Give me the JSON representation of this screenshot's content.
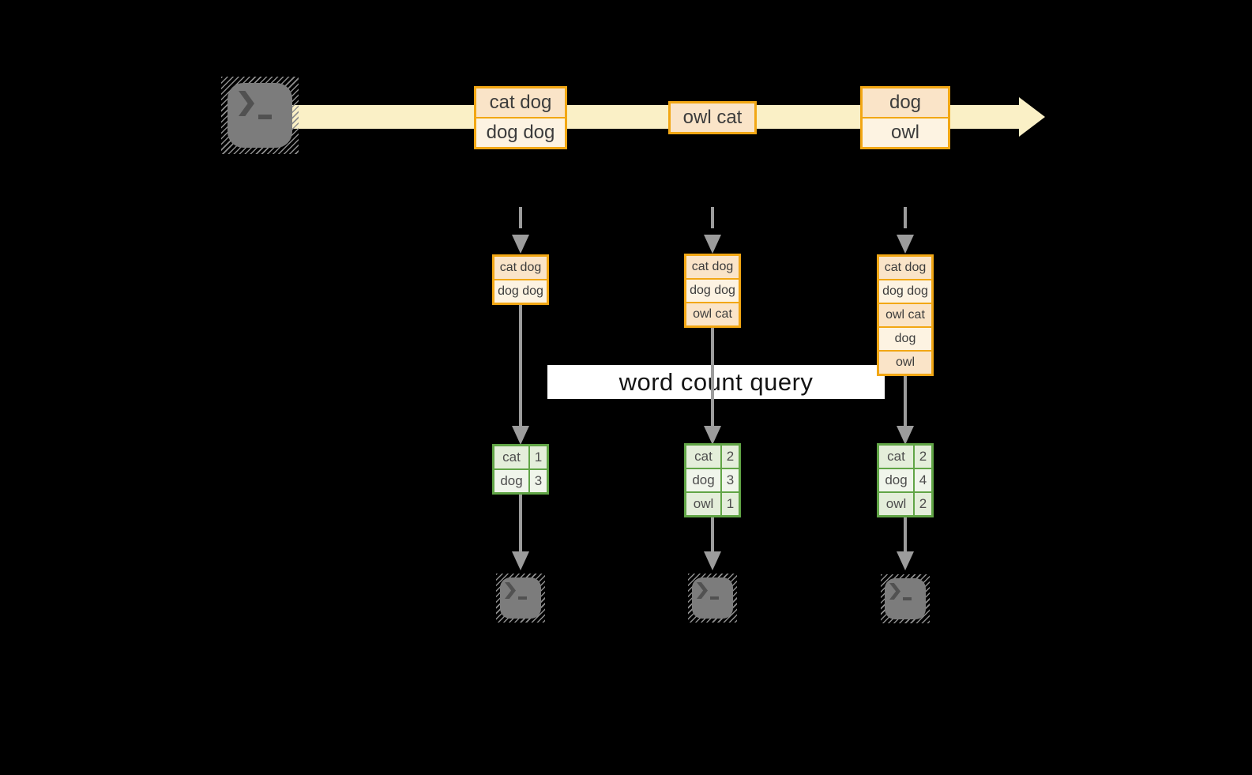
{
  "query_label": "word count query",
  "colors": {
    "background": "#000000",
    "stream_band": "#FAF0C6",
    "batch_border": "#F2A714",
    "batch_fill_dark": "#FAE4C8",
    "batch_fill_light": "#FDF3E2",
    "table_border": "#61A546",
    "table_fill_dark": "#E4EEDA",
    "table_fill_light": "#F0F5EB",
    "arrow_gray": "#9C9C9C",
    "terminal_gray": "#7C7C7C"
  },
  "stream_batches": [
    {
      "lines": [
        "cat dog",
        "dog dog"
      ]
    },
    {
      "lines": [
        "owl cat"
      ]
    },
    {
      "lines": [
        "dog",
        "owl"
      ]
    }
  ],
  "micro_batches": [
    {
      "state_lines": [
        "cat dog",
        "dog dog"
      ],
      "counts": [
        {
          "word": "cat",
          "count": "1"
        },
        {
          "word": "dog",
          "count": "3"
        }
      ]
    },
    {
      "state_lines": [
        "cat dog",
        "dog dog",
        "owl cat"
      ],
      "counts": [
        {
          "word": "cat",
          "count": "2"
        },
        {
          "word": "dog",
          "count": "3"
        },
        {
          "word": "owl",
          "count": "1"
        }
      ]
    },
    {
      "state_lines": [
        "cat dog",
        "dog dog",
        "owl cat",
        "dog",
        "owl"
      ],
      "counts": [
        {
          "word": "cat",
          "count": "2"
        },
        {
          "word": "dog",
          "count": "4"
        },
        {
          "word": "owl",
          "count": "2"
        }
      ]
    }
  ]
}
